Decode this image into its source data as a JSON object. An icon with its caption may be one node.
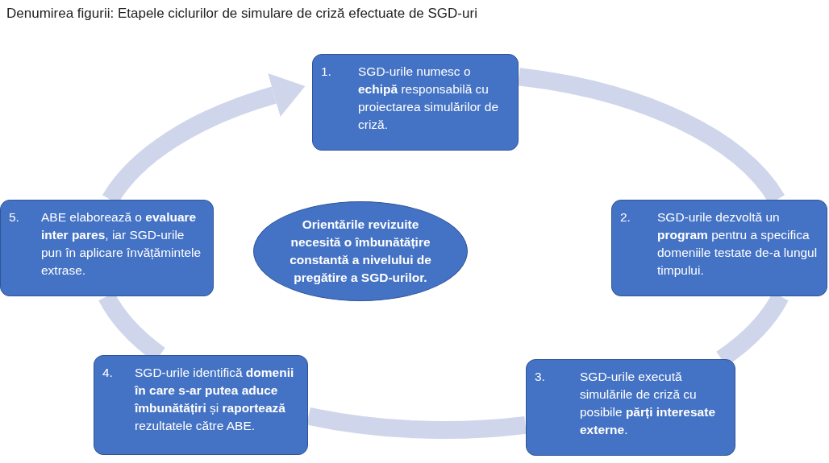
{
  "diagram": {
    "title": "Denumirea figurii: Etapele ciclurilor de simulare de criză efectuate de SGD-uri",
    "nodes": [
      {
        "text": [
          "1.",
          "SGD-urile numesc o **echipă** responsabilă cu proiectarea simulărilor de criză."
        ]
      },
      {
        "text": [
          "2.",
          "SGD-urile dezvoltă un **program** pentru a specifica domeniile testate de-a lungul timpului."
        ]
      },
      {
        "text": [
          "3.",
          "SGD-urile execută simulările de criză cu posibile **părți interesate externe**."
        ]
      },
      {
        "text": [
          "4.",
          "SGD-urile identifică **domenii în care s-ar putea aduce îmbunătățiri** și **raportează** rezultatele către ABE."
        ]
      },
      {
        "text": [
          "5.",
          "ABE elaborează o **evaluare inter pares**, iar SGD-urile pun în aplicare învățămintele extrase."
        ]
      },
      {
        "text": [
          "Orientările revizuite necesită o îmbunătățire constantă a nivelului de pregătire a SGD-urilor."
        ]
      }
    ],
    "edges": [
      {
        "from": 0,
        "to": 1,
        "arrow": "none"
      },
      {
        "from": 1,
        "to": 2,
        "arrow": "none"
      },
      {
        "from": 2,
        "to": 3,
        "arrow": "none"
      },
      {
        "from": 3,
        "to": 4,
        "arrow": "none"
      },
      {
        "from": 4,
        "to": 0,
        "arrow": "to"
      }
    ]
  }
}
